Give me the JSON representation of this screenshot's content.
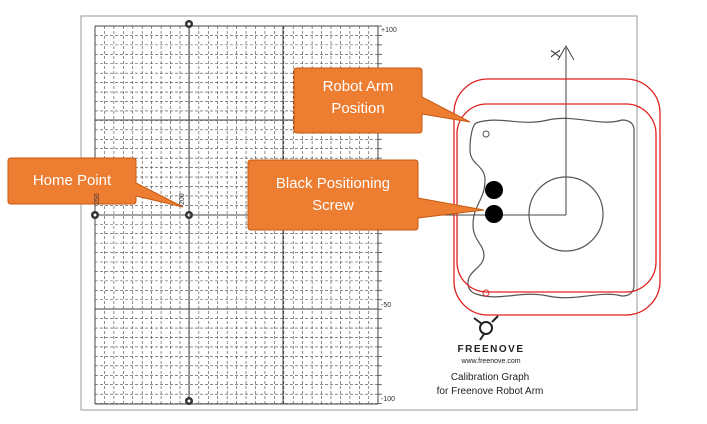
{
  "callouts": {
    "robot_arm": {
      "line1": "Robot Arm",
      "line2": "Position"
    },
    "home_point": {
      "label": "Home Point"
    },
    "black_screw": {
      "line1": "Black Positioning",
      "line2": "Screw"
    }
  },
  "axis_labels": {
    "top_right": "+100",
    "mid_right": "-50",
    "bottom_right": "-100",
    "left_250": "250",
    "left_200": "200",
    "x_axis": "X"
  },
  "brand": {
    "name": "FREENOVE",
    "url": "www.freenove.com",
    "caption_line1": "Calibration Graph",
    "caption_line2": "for Freenove Robot Arm"
  },
  "colors": {
    "callout_fill": "#ED7D31",
    "callout_border": "#C55A11",
    "red_outline": "#E02020",
    "grid_line": "#444444"
  }
}
